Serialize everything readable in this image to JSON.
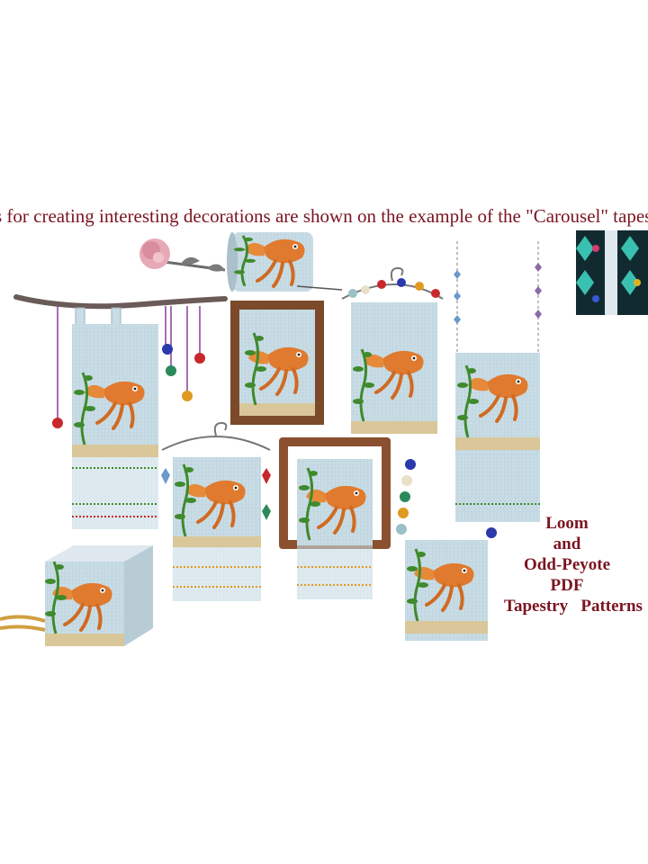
{
  "headline": "s for creating interesting decorations are shown on the example of the \"Carousel\" tapestry",
  "promo": {
    "line1": "Loom",
    "line2": "and",
    "line3": "Odd-Peyote",
    "line4": "PDF",
    "line5": "Tapestry   Patterns"
  },
  "palette": {
    "water": "#c9dde6",
    "sand": "#d9c79a",
    "fish": "#e07a2e",
    "weed": "#3f8a2c",
    "frame": "#7a4a2a",
    "text": "#7a1420"
  },
  "items": [
    {
      "name": "tapestry-on-branch"
    },
    {
      "name": "bracelet-cuff"
    },
    {
      "name": "framed-picture"
    },
    {
      "name": "hanger-tapestry-small"
    },
    {
      "name": "chain-tapestry"
    },
    {
      "name": "hanger-tapestry-large"
    },
    {
      "name": "framed-picture-fringe"
    },
    {
      "name": "bead-strand-tapestry"
    },
    {
      "name": "beaded-box"
    },
    {
      "name": "carousel-swatch"
    }
  ]
}
